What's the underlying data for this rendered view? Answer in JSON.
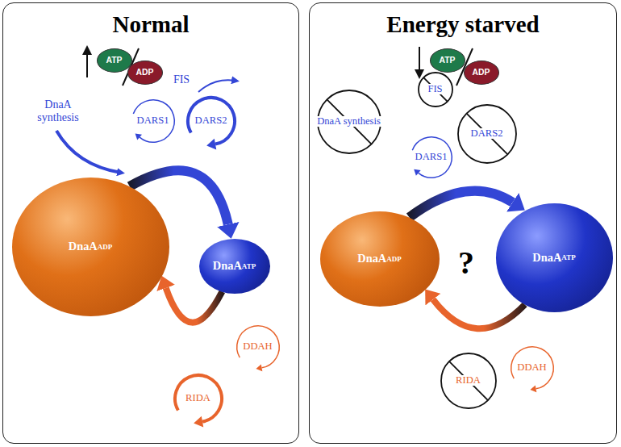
{
  "diagram": {
    "nodes": [
      {
        "text": [
          "Normal"
        ]
      },
      {
        "text": [
          "ATP"
        ],
        "in": 0
      },
      {
        "text": [
          "ADP"
        ],
        "in": 0
      },
      {
        "text": [
          "DARS1"
        ],
        "in": 0
      },
      {
        "text": [
          "DARS2"
        ],
        "in": 0
      },
      {
        "text": [
          "DnaA",
          "ADP"
        ],
        "in": 0
      },
      {
        "text": [
          "DnaA",
          "ATP"
        ],
        "in": 0
      },
      {
        "text": [
          "DDAH"
        ],
        "in": 0
      },
      {
        "text": [
          "RIDA"
        ],
        "in": 0
      },
      {
        "text": [
          "Energy starved"
        ]
      },
      {
        "text": [
          "ATP"
        ],
        "in": 9
      },
      {
        "text": [
          "ADP"
        ],
        "in": 9
      },
      {
        "text": [
          "DnaA synthesis"
        ],
        "in": 9
      },
      {
        "text": [
          "FIS"
        ],
        "in": 9
      },
      {
        "text": [
          "DARS1"
        ],
        "in": 9
      },
      {
        "text": [
          "DARS2"
        ],
        "in": 9
      },
      {
        "text": [
          "DnaA",
          "ADP"
        ],
        "in": 9
      },
      {
        "text": [
          "DnaA",
          "ATP"
        ],
        "in": 9
      },
      {
        "text": [
          "DDAH"
        ],
        "in": 9
      },
      {
        "text": [
          "RIDA"
        ],
        "in": 9
      }
    ],
    "edges": [
      {
        "from": 5,
        "to": 6,
        "arrow": "to"
      },
      {
        "from": 6,
        "to": 5,
        "arrow": "to"
      },
      {
        "from": 16,
        "to": 17,
        "arrow": "to"
      },
      {
        "from": 17,
        "to": 16,
        "arrow": "to"
      }
    ],
    "labels": [
      "DnaA synthesis",
      "FIS",
      "?"
    ]
  }
}
